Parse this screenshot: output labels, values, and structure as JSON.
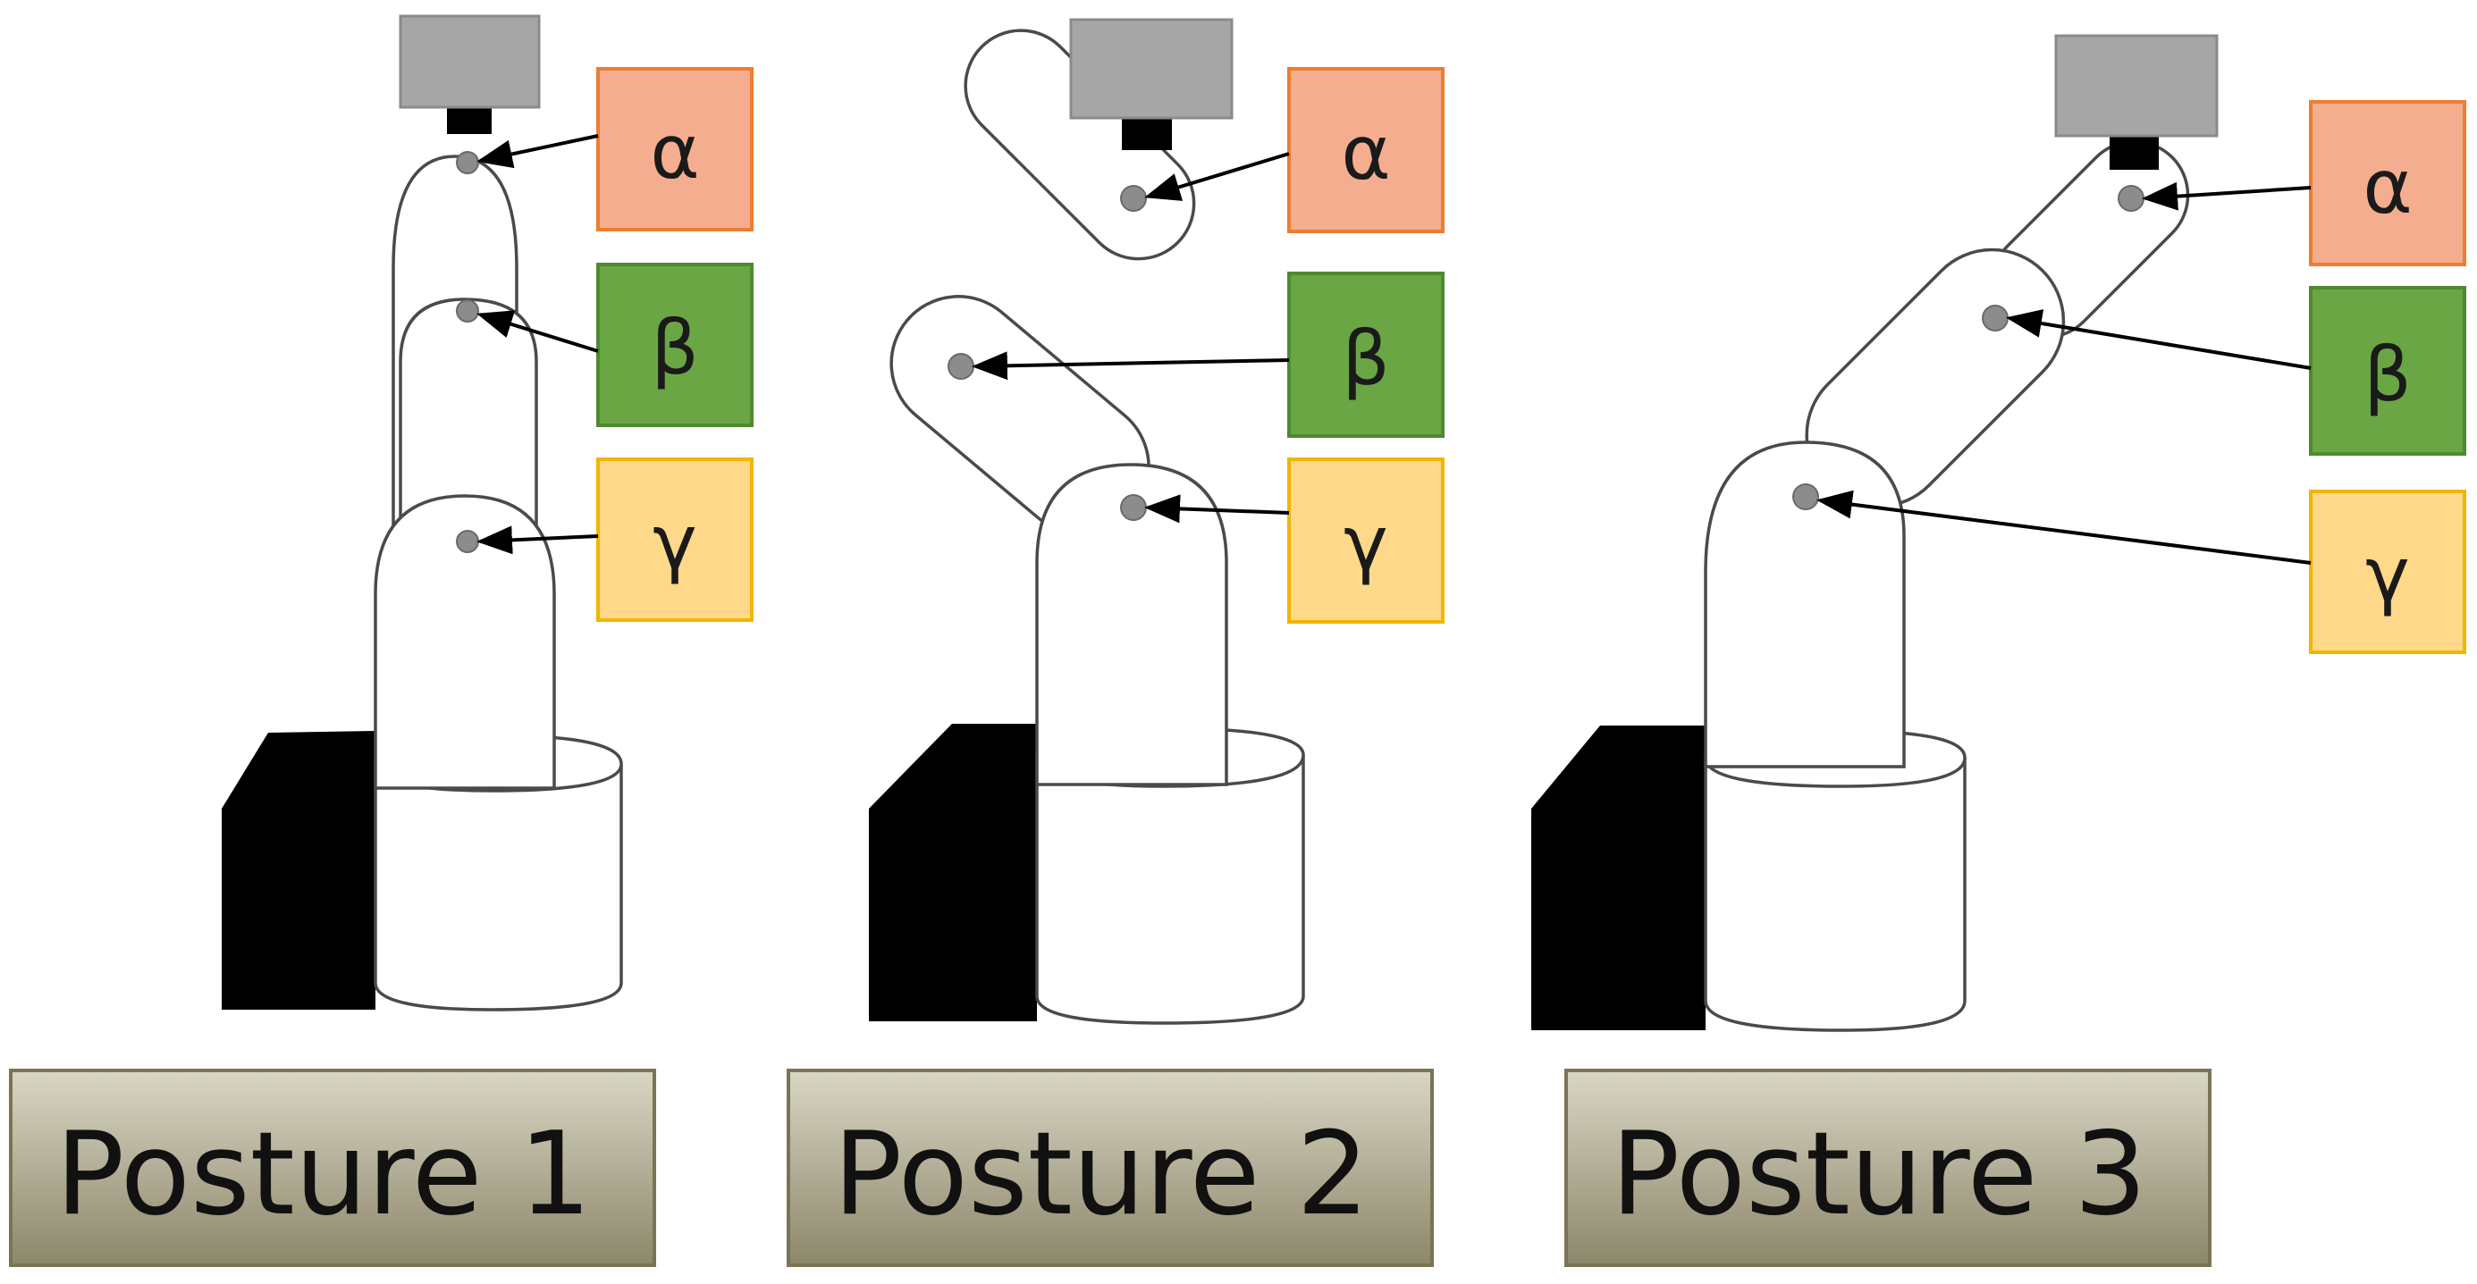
{
  "colors": {
    "alpha": "#F4AE8F",
    "alpha_border": "#ED7D31",
    "beta": "#6AA644",
    "beta_border": "#4E8A30",
    "gamma": "#FFD88A",
    "gamma_border": "#F2B500",
    "caption_top": "#D9D6C5",
    "caption_bottom": "#8C876A",
    "gripper": "#A6A6A6"
  },
  "joints": {
    "alpha": "α",
    "beta": "β",
    "gamma": "γ"
  },
  "postures": [
    {
      "label": "Posture 1"
    },
    {
      "label": "Posture 2"
    },
    {
      "label": "Posture 3"
    }
  ]
}
